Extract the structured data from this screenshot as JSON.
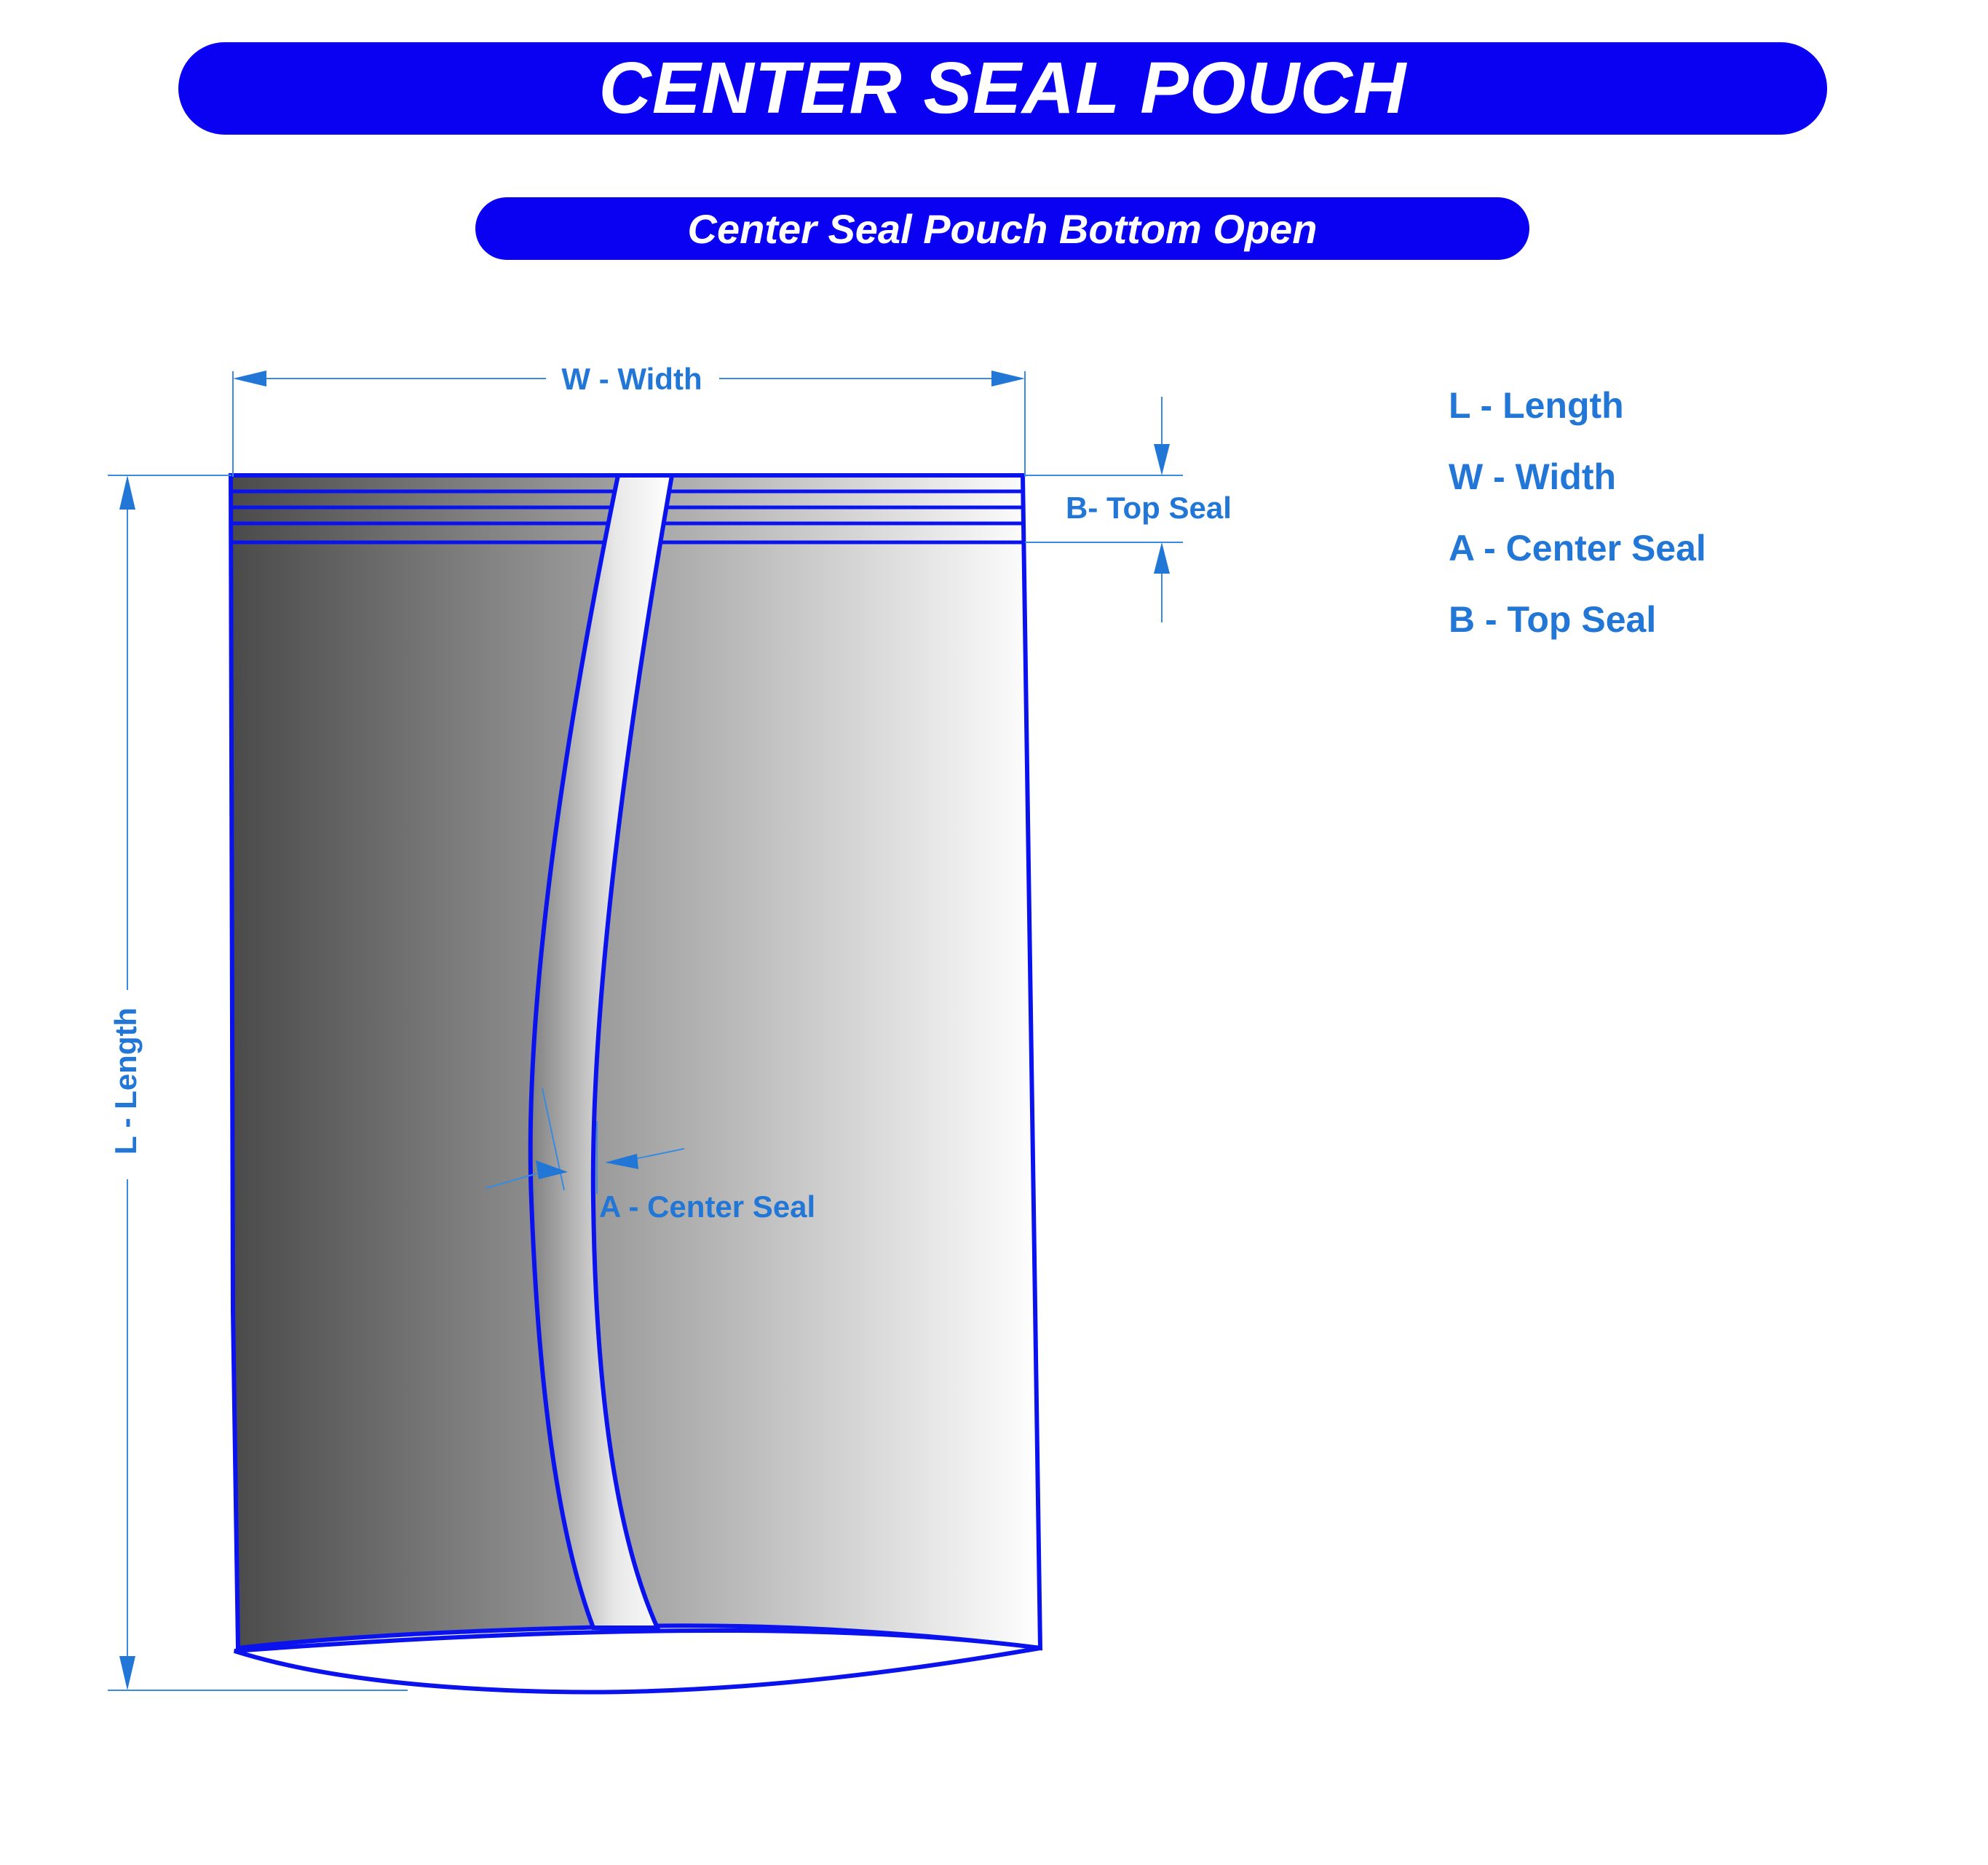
{
  "header": {
    "title": "CENTER SEAL POUCH",
    "subtitle": "Center Seal Pouch Bottom Open"
  },
  "dimensions": {
    "width_label": "W - Width",
    "length_label": "L - Length",
    "top_seal_label": "B- Top Seal",
    "center_seal_label": "A - Center Seal"
  },
  "legend": {
    "items": [
      "L - Length",
      "W - Width",
      "A - Center Seal",
      "B - Top Seal"
    ]
  },
  "colors": {
    "banner": "#0a00f2",
    "outline": "#0a12ee",
    "dimension": "#2176d6",
    "gradient_dark": "#4a4a4a",
    "gradient_light": "#ffffff"
  }
}
